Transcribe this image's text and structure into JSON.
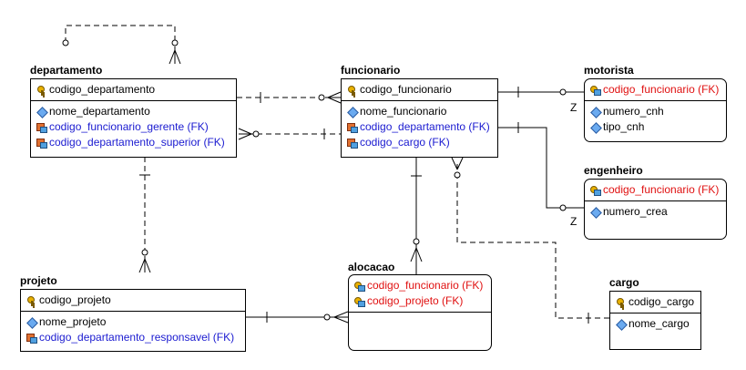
{
  "entities": {
    "departamento": {
      "title": "departamento",
      "pk": "codigo_departamento",
      "attrs": [
        "nome_departamento"
      ],
      "fks": [
        "codigo_funcionario_gerente (FK)",
        "codigo_departamento_superior (FK)"
      ]
    },
    "funcionario": {
      "title": "funcionario",
      "pk": "codigo_funcionario",
      "attrs": [
        "nome_funcionario"
      ],
      "fks": [
        "codigo_departamento (FK)",
        "codigo_cargo (FK)"
      ]
    },
    "motorista": {
      "title": "motorista",
      "pk": "codigo_funcionario (FK)",
      "attrs": [
        "numero_cnh",
        "tipo_cnh"
      ]
    },
    "engenheiro": {
      "title": "engenheiro",
      "pk": "codigo_funcionario (FK)",
      "attrs": [
        "numero_crea"
      ]
    },
    "projeto": {
      "title": "projeto",
      "pk": "codigo_projeto",
      "attrs": [
        "nome_projeto"
      ],
      "fks": [
        "codigo_departamento_responsavel (FK)"
      ]
    },
    "alocacao": {
      "title": "alocacao",
      "pks": [
        "codigo_funcionario (FK)",
        "codigo_projeto (FK)"
      ]
    },
    "cargo": {
      "title": "cargo",
      "pk": "codigo_cargo",
      "attrs": [
        "nome_cargo"
      ]
    }
  },
  "cardinality": {
    "motorista": "Z",
    "engenheiro": "Z"
  },
  "colors": {
    "fk_text": "#1a1ad0",
    "fk_pk_text": "#e01010",
    "line": "#000000"
  },
  "icons": {
    "primary_key": "key-icon",
    "attribute": "diamond-icon",
    "foreign_key": "fk-icon",
    "foreign_primary_key": "fk-pk-icon"
  }
}
